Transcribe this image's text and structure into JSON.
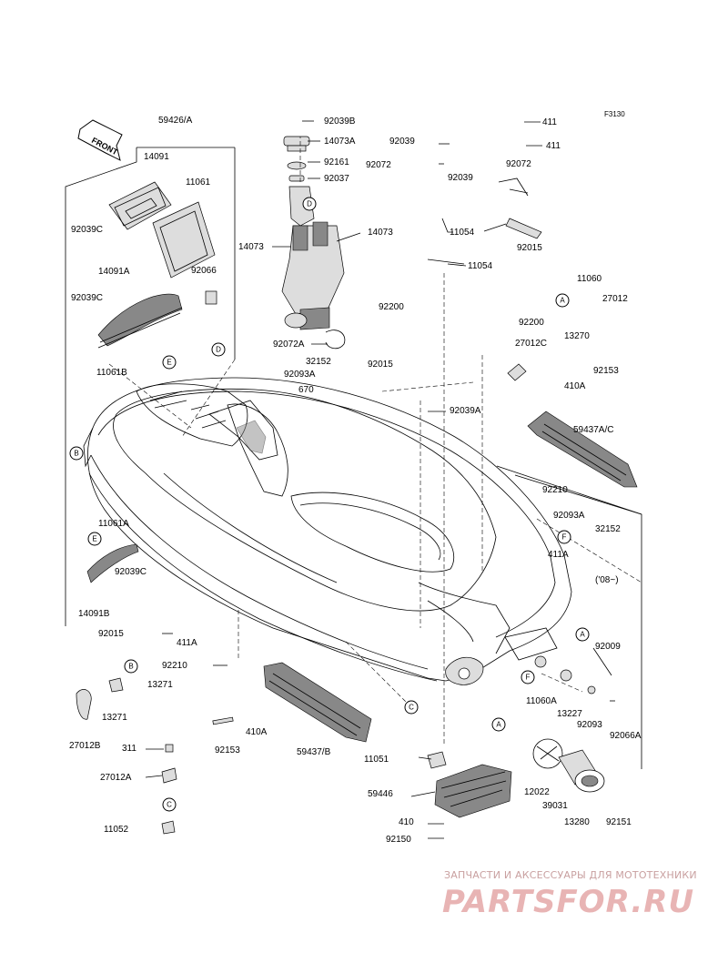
{
  "figure_code": "F3130",
  "front_label": "FRONT",
  "note_year": "('08~)",
  "watermark": {
    "line1": "ЗАПЧАСТИ И АКСЕССУАРЫ ДЛЯ МОТОТЕХНИКИ",
    "logo": "PARTSFOR.RU"
  },
  "parts": [
    {
      "id": "59426/A"
    },
    {
      "id": "14091"
    },
    {
      "id": "11061"
    },
    {
      "id": "92039C"
    },
    {
      "id": "92066"
    },
    {
      "id": "14091A"
    },
    {
      "id": "92039C"
    },
    {
      "id": "11061B"
    },
    {
      "id": "92039B"
    },
    {
      "id": "14073A"
    },
    {
      "id": "92161"
    },
    {
      "id": "92037"
    },
    {
      "id": "14073"
    },
    {
      "id": "14073"
    },
    {
      "id": "92072A"
    },
    {
      "id": "92200"
    },
    {
      "id": "32152"
    },
    {
      "id": "92015"
    },
    {
      "id": "92093A"
    },
    {
      "id": "670"
    },
    {
      "id": "92039"
    },
    {
      "id": "411"
    },
    {
      "id": "92072"
    },
    {
      "id": "92039"
    },
    {
      "id": "411"
    },
    {
      "id": "92072"
    },
    {
      "id": "11054"
    },
    {
      "id": "92015"
    },
    {
      "id": "11054"
    },
    {
      "id": "11060"
    },
    {
      "id": "27012"
    },
    {
      "id": "92200"
    },
    {
      "id": "13270"
    },
    {
      "id": "27012C"
    },
    {
      "id": "92153"
    },
    {
      "id": "92039A"
    },
    {
      "id": "410A"
    },
    {
      "id": "59437A/C"
    },
    {
      "id": "92210"
    },
    {
      "id": "92093A"
    },
    {
      "id": "32152"
    },
    {
      "id": "411A"
    },
    {
      "id": "11061A"
    },
    {
      "id": "92039C"
    },
    {
      "id": "14091B"
    },
    {
      "id": "92015"
    },
    {
      "id": "411A"
    },
    {
      "id": "92210"
    },
    {
      "id": "13271"
    },
    {
      "id": "13271"
    },
    {
      "id": "27012B"
    },
    {
      "id": "311"
    },
    {
      "id": "27012A"
    },
    {
      "id": "11052"
    },
    {
      "id": "92153"
    },
    {
      "id": "410A"
    },
    {
      "id": "59437/B"
    },
    {
      "id": "92009"
    },
    {
      "id": "11060A"
    },
    {
      "id": "13227"
    },
    {
      "id": "92093"
    },
    {
      "id": "92066A"
    },
    {
      "id": "11051"
    },
    {
      "id": "59446"
    },
    {
      "id": "12022"
    },
    {
      "id": "39031"
    },
    {
      "id": "13280"
    },
    {
      "id": "92151"
    },
    {
      "id": "410"
    },
    {
      "id": "92150"
    }
  ],
  "callouts": [
    "A",
    "B",
    "C",
    "D",
    "E",
    "F"
  ]
}
